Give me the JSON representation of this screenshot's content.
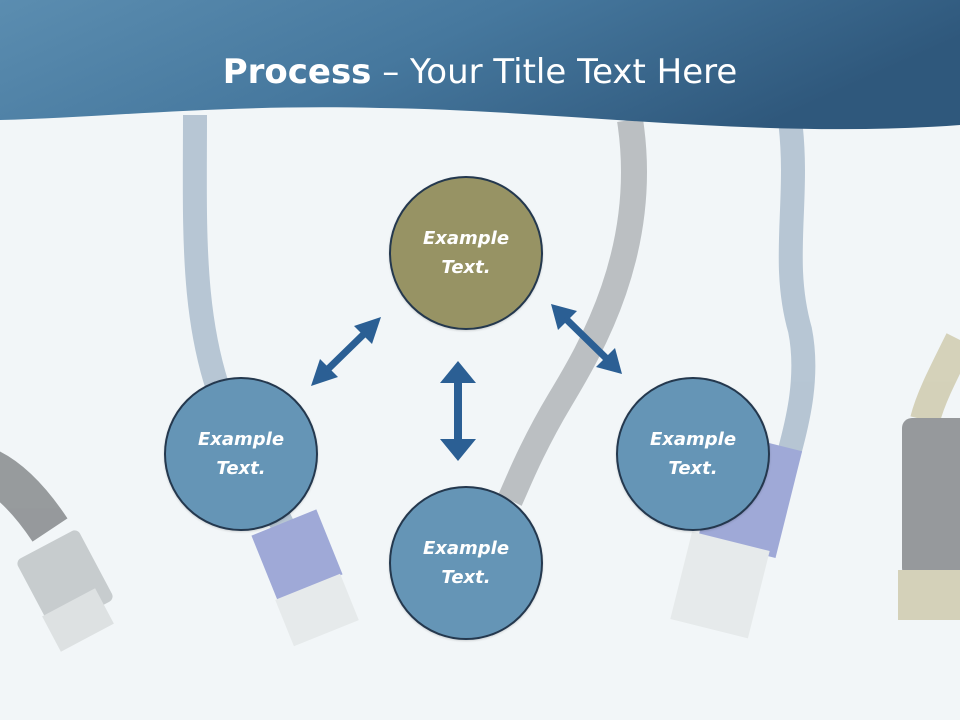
{
  "header": {
    "title_bold": "Process",
    "title_rest": " – Your Title Text Here"
  },
  "nodes": {
    "top": "Example\nText.",
    "left": "Example\nText.",
    "bottom": "Example\nText.",
    "right": "Example\nText."
  },
  "colors": {
    "header_blue": "#3d6f95",
    "top_node": "#979364",
    "side_nodes": "#6595b6",
    "arrows": "#2b5f94",
    "node_border": "#24384e"
  }
}
